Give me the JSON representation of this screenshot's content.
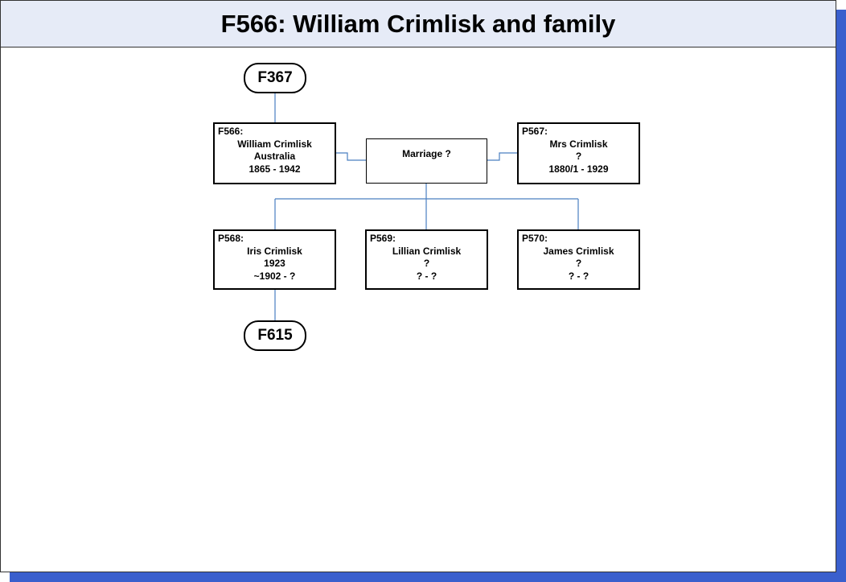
{
  "title": "F566: William Crimlisk and family",
  "colors": {
    "title_bg": "#e6ebf7",
    "shadow": "#3a5fcd",
    "connector": "#4a7fc1"
  },
  "ovals": {
    "parent_family": "F367",
    "child_family": "F615"
  },
  "husband": {
    "id": "F566:",
    "name": "William Crimlisk",
    "place": "Australia",
    "dates": "1865 - 1942"
  },
  "wife": {
    "id": "P567:",
    "name": "Mrs Crimlisk",
    "place": "?",
    "dates": "1880/1 - 1929"
  },
  "marriage": {
    "label": "Marriage",
    "date": "?"
  },
  "children": [
    {
      "id": "P568:",
      "name": "Iris Crimlisk",
      "place": "1923",
      "dates": "~1902 - ?"
    },
    {
      "id": "P569:",
      "name": "Lillian Crimlisk",
      "place": "?",
      "dates": "? - ?"
    },
    {
      "id": "P570:",
      "name": "James Crimlisk",
      "place": "?",
      "dates": "? - ?"
    }
  ]
}
